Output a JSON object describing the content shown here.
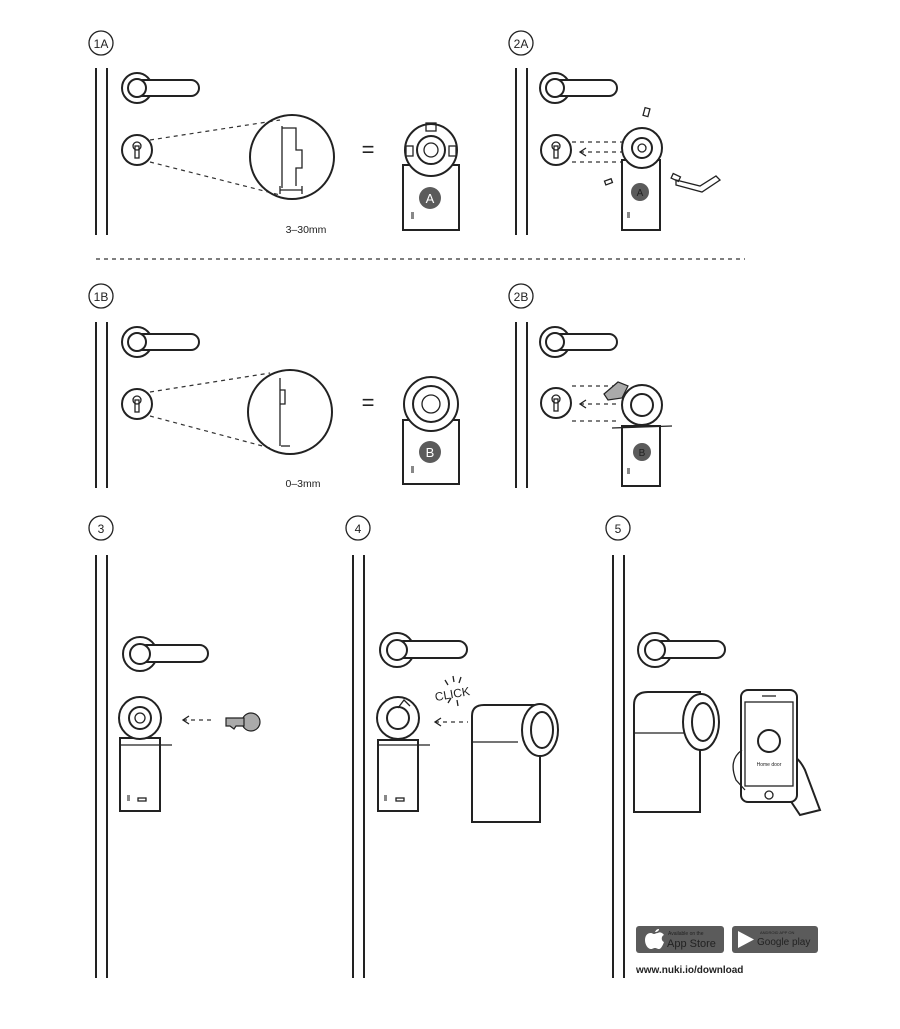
{
  "steps": {
    "s1a": "1A",
    "s2a": "2A",
    "s1b": "1B",
    "s2b": "2B",
    "s3": "3",
    "s4": "4",
    "s5": "5"
  },
  "measurements": {
    "a": "3–30mm",
    "b": "0–3mm"
  },
  "adapter_labels": {
    "a": "A",
    "b": "B"
  },
  "equals": "=",
  "click_text": "CLICK",
  "phone": {
    "user_name": "Home door"
  },
  "stores": {
    "apple": {
      "small": "Available on the",
      "big": "App Store"
    },
    "google": {
      "small": "ANDROID APP ON",
      "big": "Google play"
    }
  },
  "download_url": "www.nuki.io/download",
  "colors": {
    "line": "#222222",
    "badge": "#5b5b5b",
    "background": "#ffffff"
  }
}
